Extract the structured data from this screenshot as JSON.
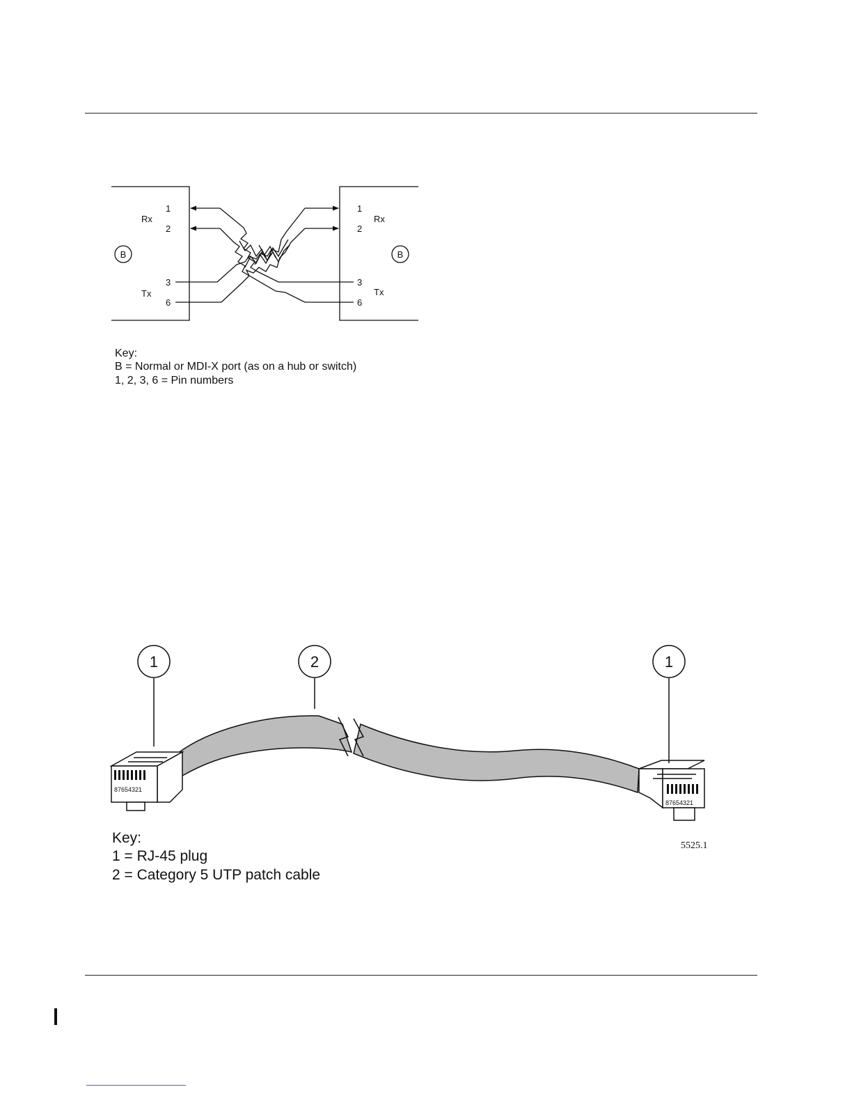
{
  "figure1": {
    "port_left": {
      "letter": "B",
      "rx": "Rx",
      "tx": "Tx",
      "pins": [
        "1",
        "2",
        "3",
        "6"
      ]
    },
    "port_right": {
      "letter": "B",
      "rx": "Rx",
      "tx": "Tx",
      "pins": [
        "1",
        "2",
        "3",
        "6"
      ]
    },
    "key": {
      "title": "Key:",
      "line1": "B = Normal or MDI-X port (as on a hub or switch)",
      "line2": "1, 2, 3, 6 = Pin numbers"
    }
  },
  "figure2": {
    "callout_plug": "1",
    "callout_cable": "2",
    "pin_numbers": "87654321",
    "figure_id": "5525.1",
    "key": {
      "title": "Key:",
      "line1": "1 = RJ-45 plug",
      "line2": "2 = Category 5 UTP patch cable"
    }
  }
}
